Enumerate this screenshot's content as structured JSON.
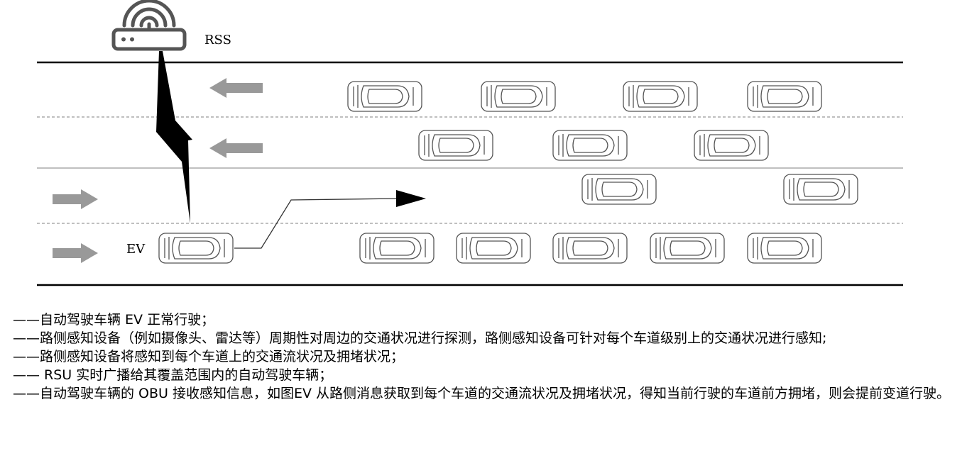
{
  "labels": {
    "rss": "RSS",
    "ev": "EV"
  },
  "colors": {
    "road_line": "#000000",
    "lane_divider": "#999999",
    "arrow_gray": "#999999",
    "car_stroke": "#555555"
  },
  "icons": {
    "roadside": "router-wifi-icon",
    "signal": "lightning-bolt-icon",
    "vehicle": "car-icon"
  },
  "caption": [
    "——自动驾驶车辆 EV 正常行驶；",
    "——路侧感知设备（例如摄像头、雷达等）周期性对周边的交通状况进行探测，路侧感知设备可针对每个车道级别上的交通状况进行感知;",
    "——路侧感知设备将感知到每个车道上的交通流状况及拥堵状况；",
    "—— RSU 实时广播给其覆盖范围内的自动驾驶车辆；",
    "——自动驾驶车辆的 OBU 接收感知信息，如图EV 从路侧消息获取到每个车道的交通流状况及拥堵状况，得知当前行驶的车道前方拥堵，则会提前变道行驶。"
  ]
}
